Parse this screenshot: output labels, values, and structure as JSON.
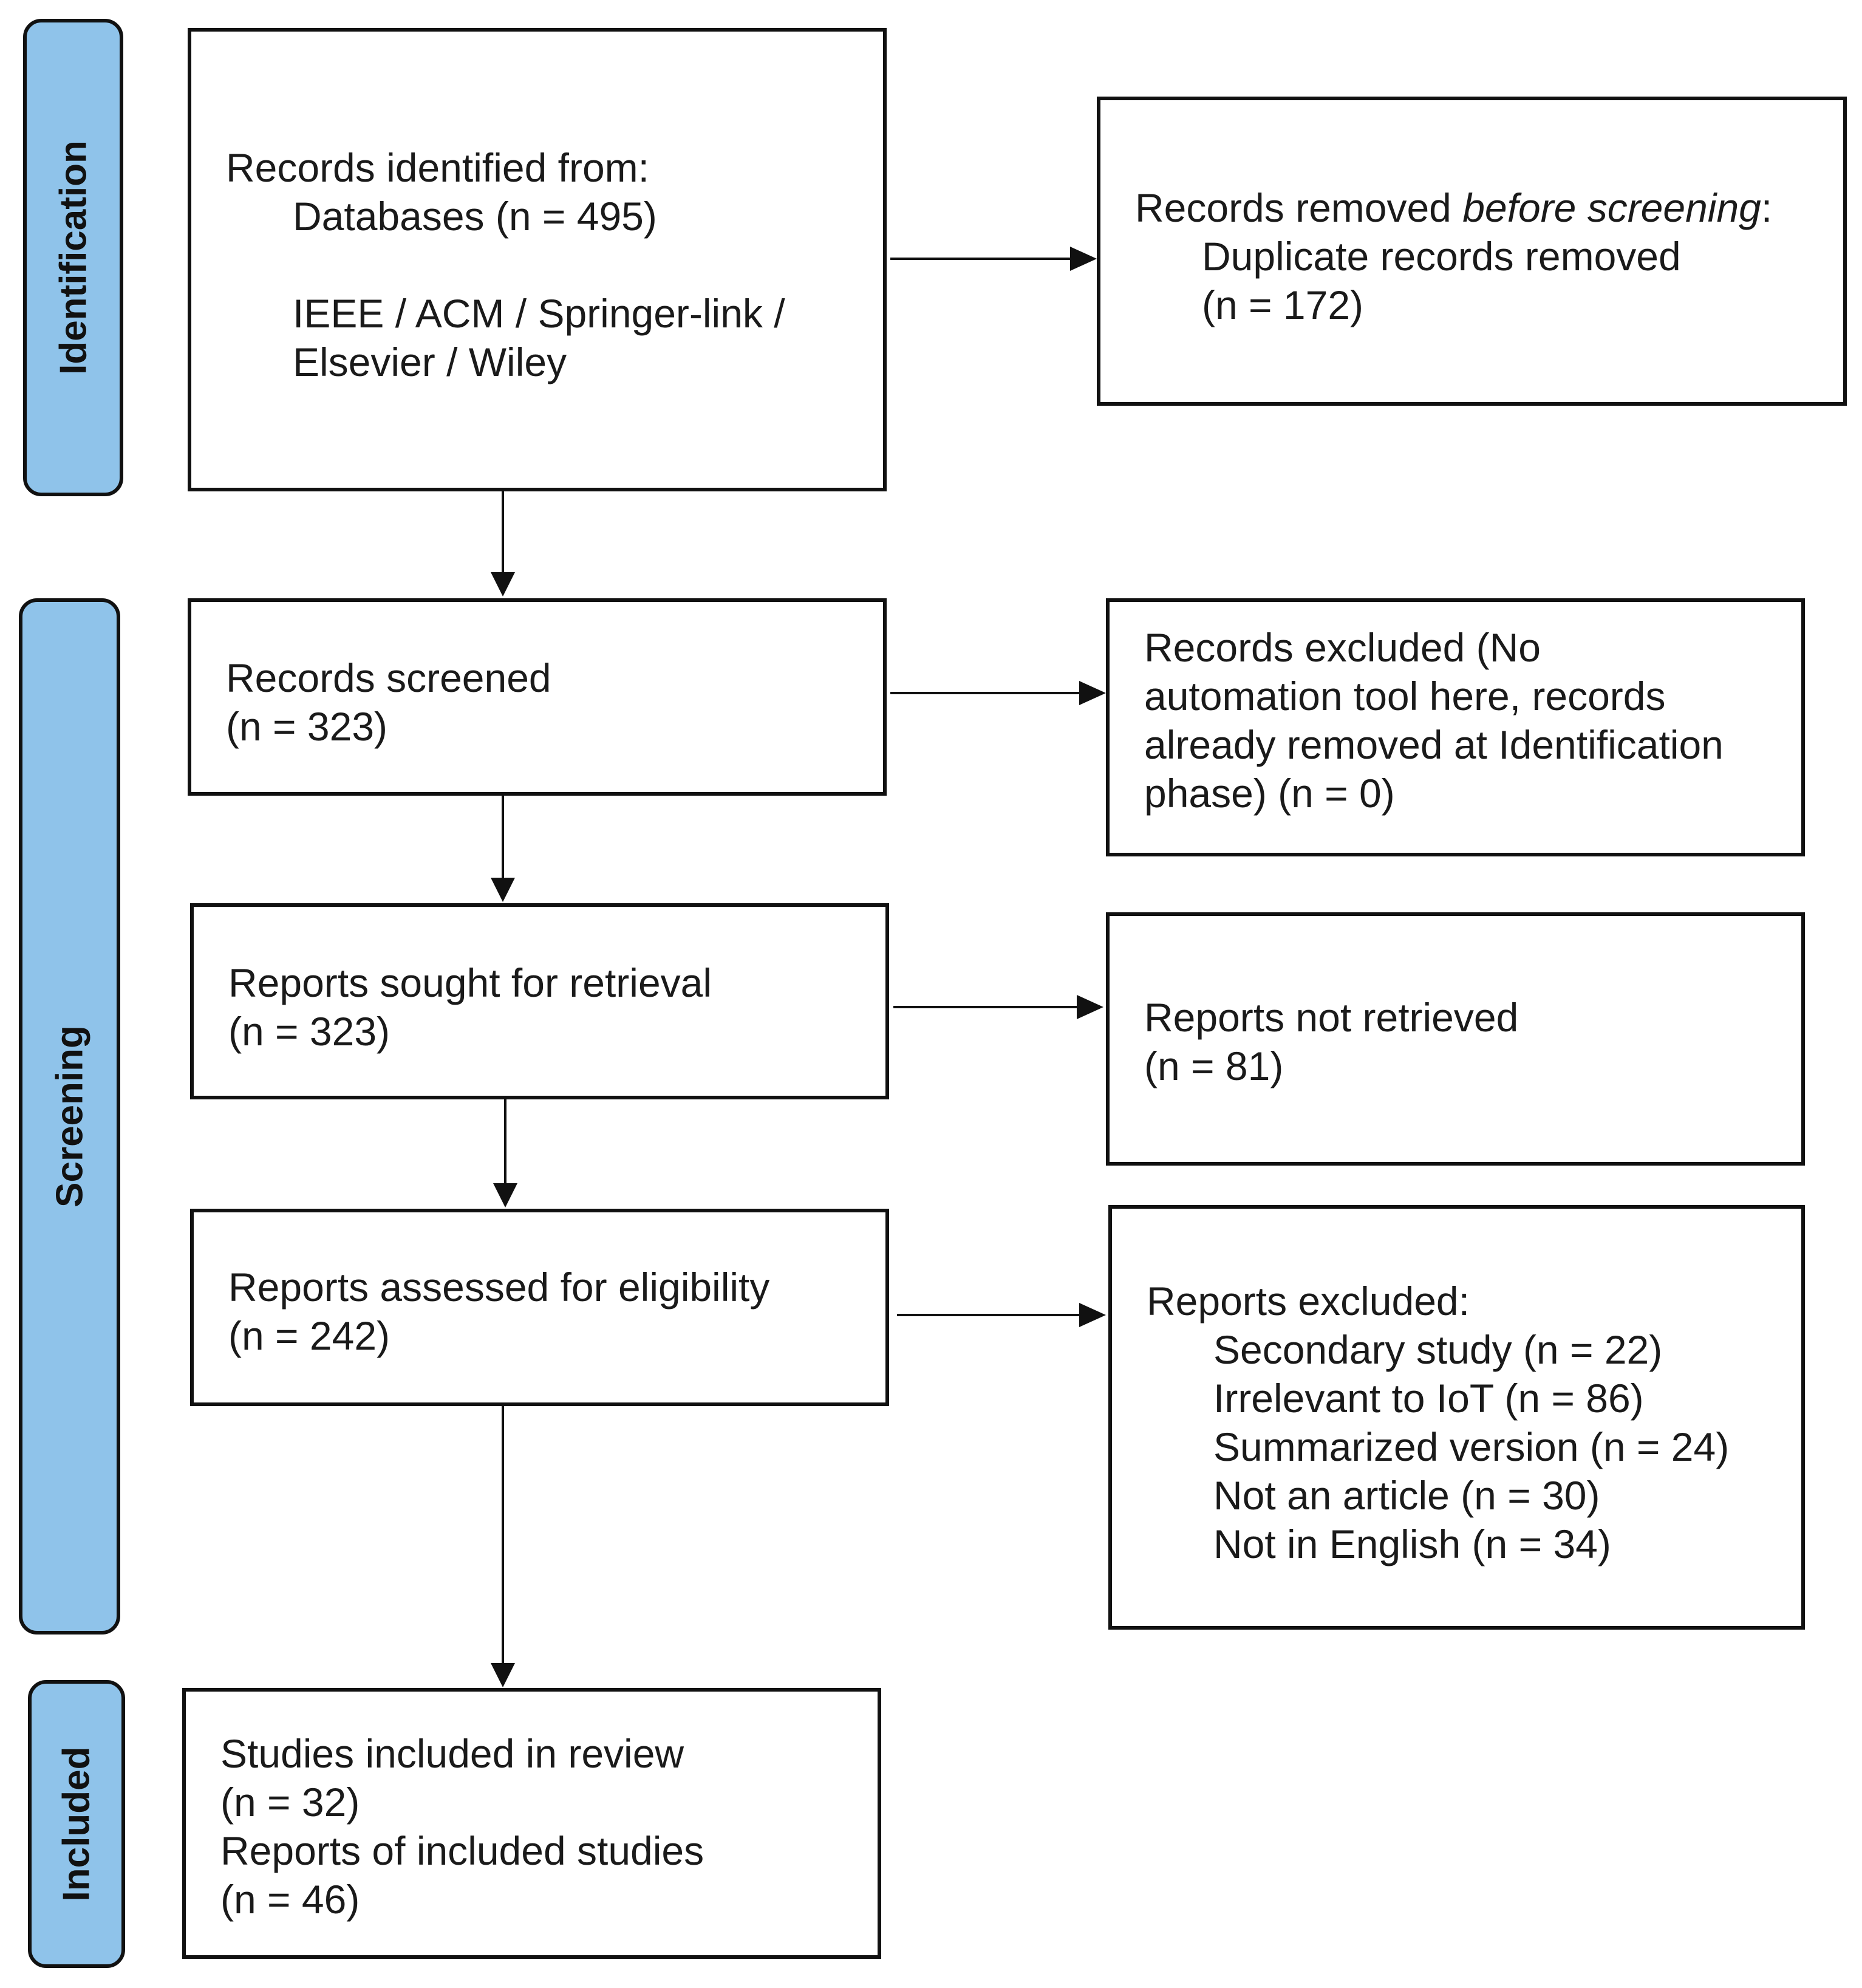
{
  "colors": {
    "phase_fill": "#8fc3ea",
    "border": "#111111"
  },
  "phases": {
    "identification": "Identification",
    "screening": "Screening",
    "included": "Included"
  },
  "boxes": {
    "identified": [
      "Records identified from:",
      "Databases (n = 495)",
      "IEEE / ACM / Springer-link /",
      "Elsevier / Wiley"
    ],
    "removed": {
      "prefix": "Records removed ",
      "italic": "before screening",
      "suffix": ":",
      "lines": [
        "Duplicate records removed",
        "(n = 172)"
      ]
    },
    "screened": [
      "Records screened",
      "(n = 323)"
    ],
    "excluded_records": [
      "Records excluded (No",
      "automation tool here, records",
      "already removed at Identification",
      "phase) (n = 0)"
    ],
    "sought": [
      "Reports sought for retrieval",
      "(n = 323)"
    ],
    "not_retrieved": [
      "Reports not retrieved",
      "(n = 81)"
    ],
    "assessed": [
      "Reports assessed for eligibility",
      "(n = 242)"
    ],
    "reports_excluded": [
      "Reports excluded:",
      "Secondary study (n = 22)",
      "Irrelevant to IoT (n = 86)",
      "Summarized version (n = 24)",
      "Not an article (n = 30)",
      "Not in English (n = 34)"
    ],
    "included": [
      "Studies included in review",
      "(n = 32)",
      "Reports of included studies",
      "(n = 46)"
    ]
  }
}
